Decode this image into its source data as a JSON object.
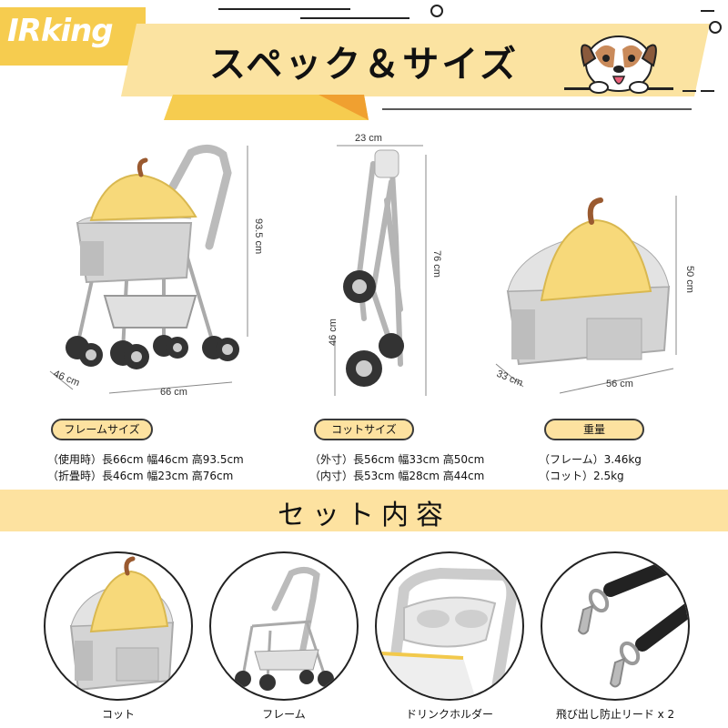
{
  "header": {
    "brand": "IRking",
    "title": "スペック＆サイズ"
  },
  "stroller_view": {
    "height": "93.5 cm",
    "depth": "46 cm",
    "width": "66 cm"
  },
  "folded_view": {
    "width": "23 cm",
    "height": "76 cm",
    "depth": "46 cm"
  },
  "cot_view": {
    "height": "50 cm",
    "depth": "33 cm",
    "width": "56 cm"
  },
  "specs": {
    "frame": {
      "label": "フレームサイズ",
      "lines": [
        "（使用時）長66cm 幅46cm 高93.5cm",
        "（折畳時）長46cm 幅23cm 高76cm"
      ]
    },
    "cot": {
      "label": "コットサイズ",
      "lines": [
        "（外寸）長56cm 幅33cm 高50cm",
        "（内寸）長53cm 幅28cm 高44cm"
      ]
    },
    "weight": {
      "label": "重量",
      "lines": [
        "（フレーム）3.46kg",
        "（コット）2.5kg"
      ]
    }
  },
  "set_contents": {
    "title": "セット内容",
    "items": [
      {
        "caption": "コット"
      },
      {
        "caption": "フレーム"
      },
      {
        "caption": "ドリンクホルダー"
      },
      {
        "caption": "飛び出し防止リード x 2"
      }
    ]
  },
  "colors": {
    "accent_yellow": "#f6cc4f",
    "light_yellow": "#fde2a0",
    "canopy_yellow": "#f7d97a",
    "fabric_gray": "#cfcfcf",
    "banner_orange": "#f0a030"
  }
}
